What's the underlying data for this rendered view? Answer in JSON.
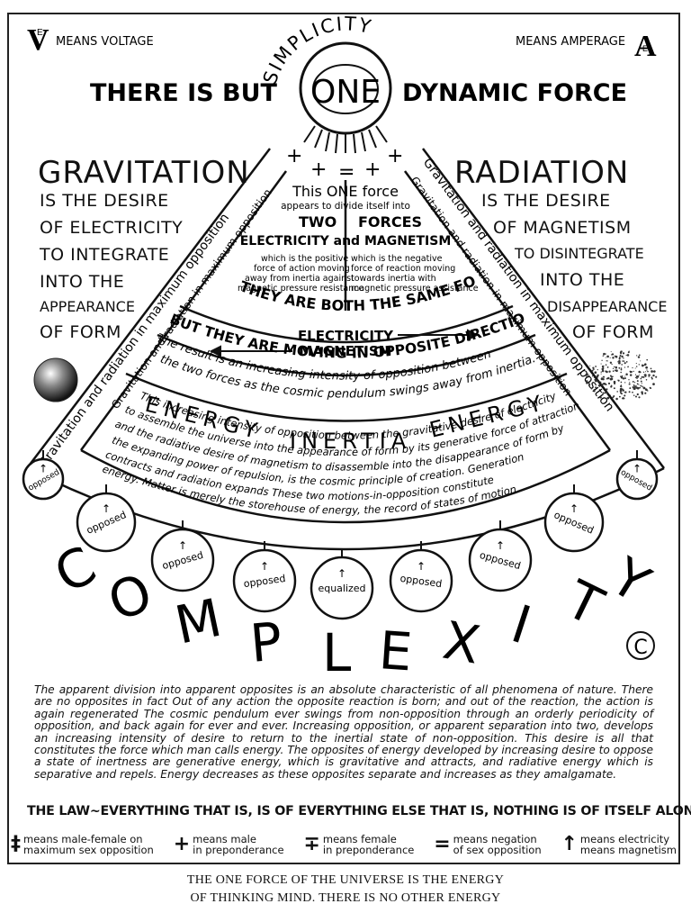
{
  "top": {
    "voltage_letter": "V",
    "voltage_sub": "E",
    "voltage_label": "MEANS VOLTAGE",
    "amperage_letter": "A",
    "amperage_sub": "E",
    "amperage_label": "MEANS AMPERAGE",
    "simplicity": "SIMPLICITY",
    "there_is_but": "THERE IS BUT",
    "one": "ONE",
    "dynamic_force": "DYNAMIC FORCE",
    "signs": [
      "+",
      "+",
      "=",
      "+",
      "+"
    ]
  },
  "gravitation": {
    "title": "GRAVITATION",
    "lines": [
      "IS THE DESIRE",
      "OF ELECTRICITY",
      "TO INTEGRATE",
      "INTO THE",
      "APPEARANCE",
      "OF FORM"
    ]
  },
  "radiation": {
    "title": "RADIATION",
    "lines": [
      "IS THE DESIRE",
      "OF MAGNETISM",
      "TO DISINTEGRATE",
      "INTO THE",
      "DISAPPEARANCE",
      "OF FORM"
    ]
  },
  "cone": {
    "outer_left": "Gravitation and radiation in maximum opposition",
    "outer_right": "Gravitation and radiation in maximum opposition",
    "inner_left": "Gravitation and radiation in maximum opposition",
    "inner_right": "Gravitation and radiation in maximum opposition",
    "this_one_force": "This ONE force",
    "appears": "appears to divide itself into",
    "two": "TWO",
    "forces": "FORCES",
    "electricity_and": "ELECTRICITY and MAGNETISM",
    "left_desc": [
      "which is the positive",
      "force of action moving",
      "away from inertia against",
      "magnetic pressure resistance"
    ],
    "right_desc": [
      "which is the negative",
      "force of reaction moving",
      "towards inertia with",
      "magnetic pressure assistance"
    ],
    "same_force": "THEY ARE BOTH THE SAME FORCE",
    "electricity": "ELECTRICITY",
    "magnetism": "MAGNETISM",
    "opposite": "BUT THEY ARE MOVING IN OPPOSITE DIRECTIONS",
    "result_1": "The result is an increasing intensity of opposition between",
    "result_2": "the two forces as the cosmic pendulum swings away from inertia.",
    "energy": "ENERGY",
    "inertia": "INERTIA",
    "arc_lines": [
      "This increasing intensity of opposition between the gravitative desire of electricity",
      "to assemble the universe into the appearance of form by its generative force of attraction",
      "and the radiative desire of magnetism to disassemble into the disappearance of form by",
      "the expanding power of repulsion, is the cosmic principle of creation. Generation",
      "contracts and radiation expands These two motions-in-opposition constitute",
      "energy. Matter is merely the storehouse of energy, the record of states of motion."
    ]
  },
  "pendulum": {
    "circles": [
      "opposed",
      "opposed",
      "opposed",
      "opposed",
      "equalized",
      "opposed",
      "opposed",
      "opposed",
      "opposed"
    ]
  },
  "complexity": "COMPLEXITY",
  "copyright": "©",
  "body_text": "The apparent division into apparent opposites is an absolute characteristic of all phenomena of nature. There are no opposites in fact Out of any action the opposite reaction is born; and out of the reaction, the action is again regenerated The cosmic pendulum ever swings from non-opposition through an orderly periodicity of opposition, and back again for ever and ever. Increasing opposition, or apparent separation into two, develops an increasing intensity of desire to return to the inertial state of non-opposition. This desire is all that constitutes the force which man calls energy. The opposites of energy developed by increasing desire to oppose a state of inertness are generative energy, which is gravitative and attracts, and radiative energy which is separative and repels. Energy decreases as these opposites separate and increases as they amalgamate.",
  "law": "THE LAW~EVERYTHING THAT IS, IS OF EVERYTHING ELSE THAT IS, NOTHING IS OF ITSELF ALONE",
  "legend": [
    {
      "symbol": "‡",
      "line1": "means male-female on",
      "line2": "maximum sex opposition"
    },
    {
      "symbol": "+",
      "line1": "means male",
      "line2": "in preponderance"
    },
    {
      "symbol": "∓",
      "line1": "means female",
      "line2": "in preponderance"
    },
    {
      "symbol": "=",
      "line1": "means negation",
      "line2": "of sex opposition"
    },
    {
      "symbol": "↑",
      "line1": "means electricity",
      "line2": "means magnetism"
    }
  ],
  "caption": [
    "THE ONE FORCE OF THE UNIVERSE IS THE ENERGY",
    "OF THINKING MIND. THERE IS NO OTHER ENERGY"
  ]
}
